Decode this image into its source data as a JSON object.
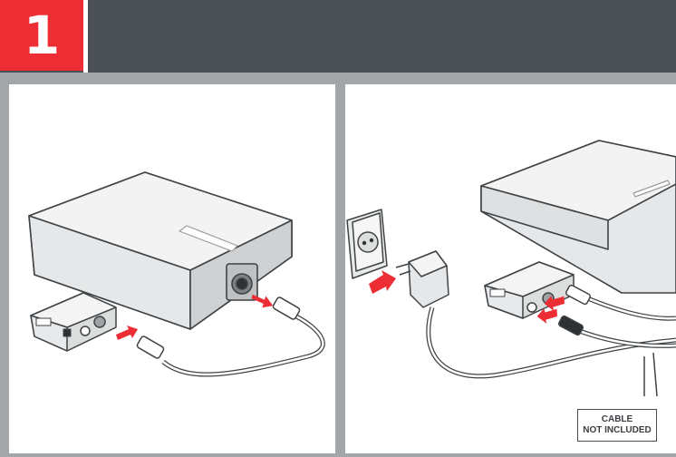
{
  "header": {
    "step_number": "1",
    "accent_color": "#ec2d34",
    "bar_color": "#4a5055"
  },
  "left_panel": {
    "items": [
      "tv-receiver-device",
      "adapter-box",
      "coax-cable",
      "insert-arrow"
    ]
  },
  "right_panel": {
    "items": [
      "wall-socket",
      "power-adapter",
      "tv-receiver-device",
      "adapter-box",
      "cables"
    ],
    "cable_note": {
      "line1": "CABLE",
      "line2": "NOT INCLUDED"
    }
  }
}
